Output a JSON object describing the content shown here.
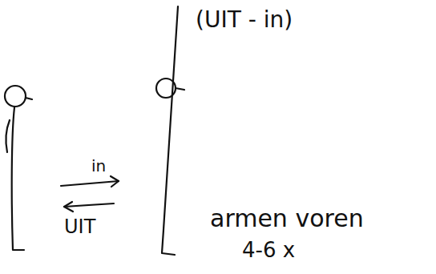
{
  "diagram": {
    "labels": [
      "(UIT - in)",
      "in",
      "UIT",
      "armen voren",
      "4-6 x"
    ]
  }
}
